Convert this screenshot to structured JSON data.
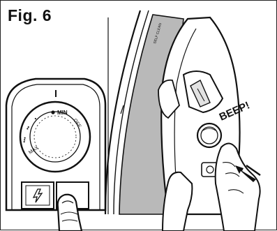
{
  "figure": {
    "title": "Fig. 6",
    "callout": "BEEP!",
    "dial_label_min": "MIN",
    "dial_label_max": "MAX",
    "dial_label_off": "OFF",
    "dial_marks": [
      "•",
      "••",
      "•••"
    ],
    "soleplate_text": "SELF CLEAN",
    "tick": "I"
  }
}
